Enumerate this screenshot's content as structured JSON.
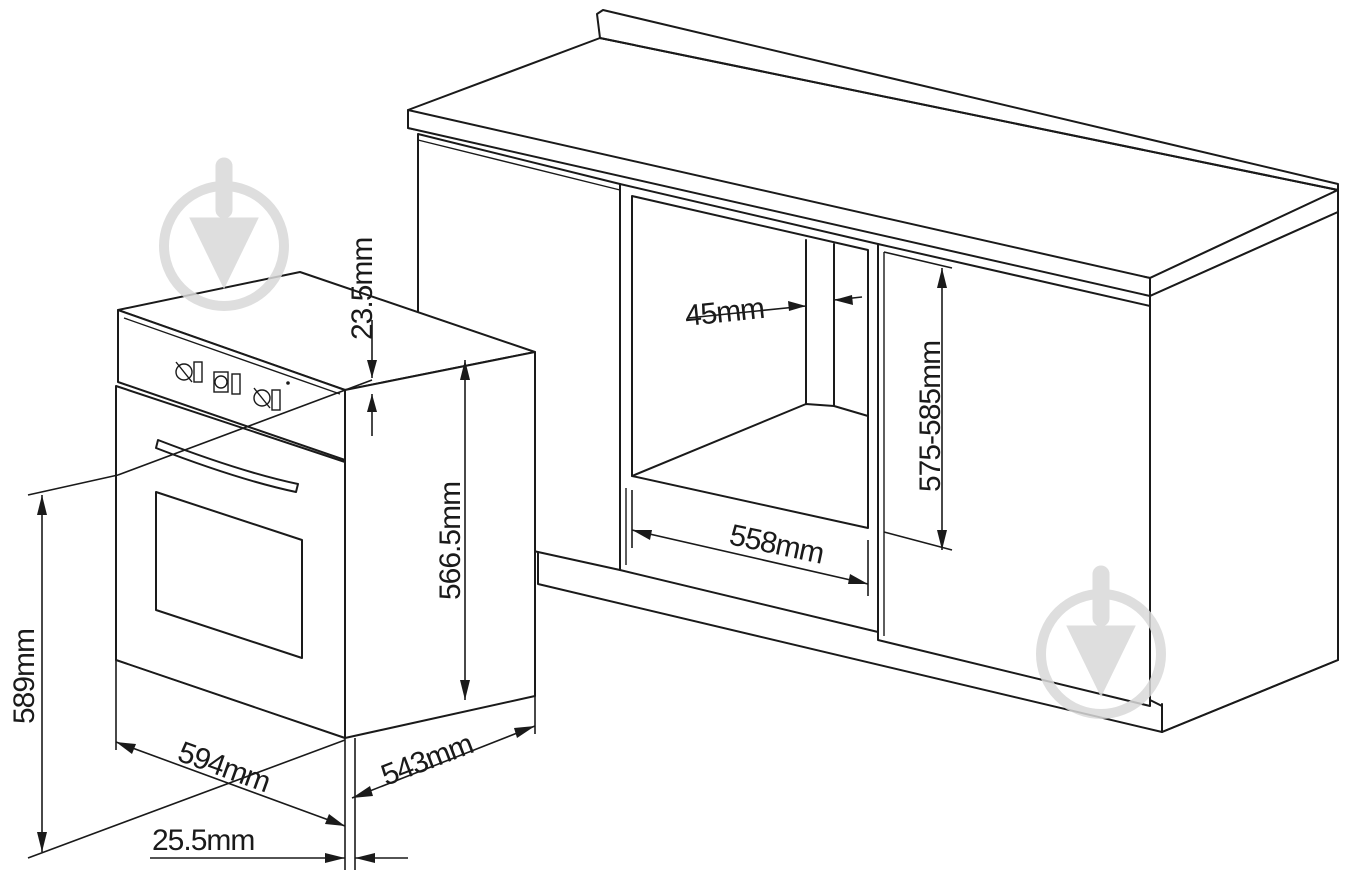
{
  "dimensions": {
    "top_gap": "23.5mm",
    "niche_side": "45mm",
    "niche_height": "575-585mm",
    "oven_body_height": "566.5mm",
    "niche_width": "558mm",
    "oven_height": "589mm",
    "oven_width": "594mm",
    "oven_depth": "543mm",
    "front_depth": "25.5mm"
  },
  "icons": {
    "watermark_left": "download-watermark-icon",
    "watermark_right": "download-watermark-icon",
    "control_knobs": "knob-icon"
  },
  "colors": {
    "line": "#1a1a1a",
    "background": "#ffffff",
    "watermark": "#d9d9d9"
  }
}
